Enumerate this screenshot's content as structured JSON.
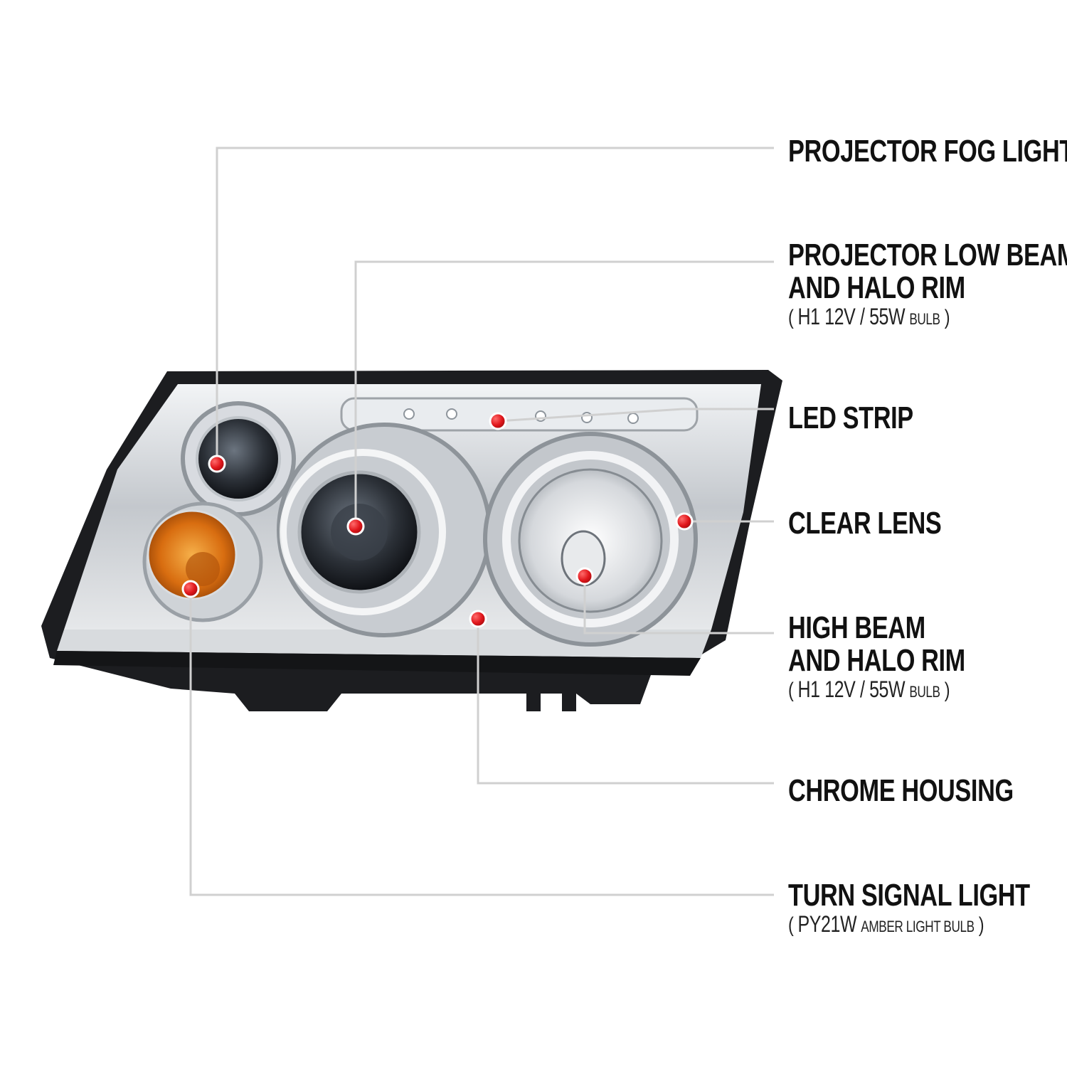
{
  "colors": {
    "marker": "#e0161b",
    "leader_line": "#d0d0d0",
    "label_text": "#111111",
    "housing_black": "#1a1a1a",
    "chrome": "#c9ccd0",
    "amber": "#e07a10"
  },
  "callouts": [
    {
      "id": "fog",
      "title_lines": [
        "PROJECTOR FOG LIGHT"
      ]
    },
    {
      "id": "low",
      "title_lines": [
        "PROJECTOR LOW BEAM",
        "AND HALO RIM"
      ],
      "spec": {
        "main": "H1  12V / 55W",
        "unit": "BULB"
      }
    },
    {
      "id": "led",
      "title_lines": [
        "LED STRIP"
      ]
    },
    {
      "id": "lens",
      "title_lines": [
        "CLEAR LENS"
      ]
    },
    {
      "id": "high",
      "title_lines": [
        "HIGH BEAM",
        "AND HALO RIM"
      ],
      "spec": {
        "main": "H1  12V / 55W",
        "unit": "BULB"
      }
    },
    {
      "id": "chrome",
      "title_lines": [
        "CHROME HOUSING"
      ]
    },
    {
      "id": "turn",
      "title_lines": [
        "TURN SIGNAL LIGHT"
      ],
      "spec": {
        "main": "PY21W",
        "unit": "AMBER LIGHT BULB"
      }
    }
  ]
}
